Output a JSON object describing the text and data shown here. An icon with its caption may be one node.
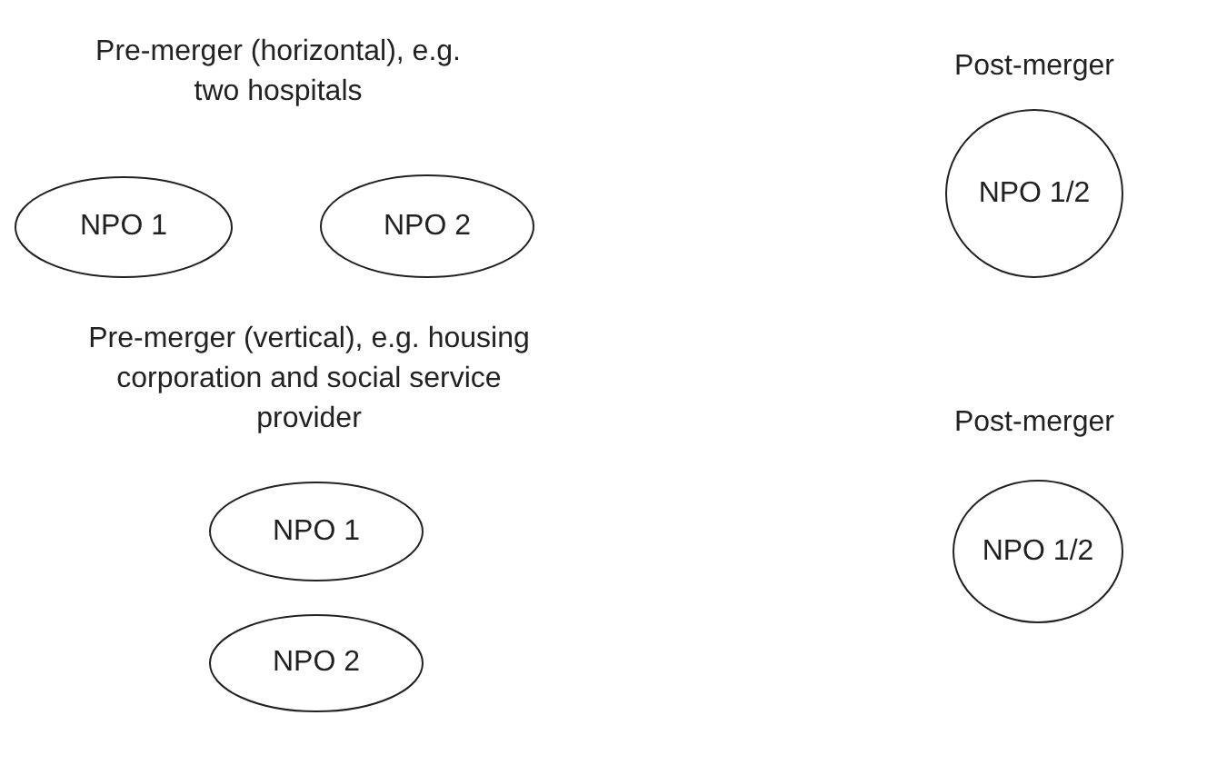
{
  "diagram": {
    "nodes": [
      {
        "text": [
          "NPO 1"
        ]
      },
      {
        "text": [
          "NPO 2"
        ]
      },
      {
        "text": [
          "NPO 1/2"
        ]
      },
      {
        "text": [
          "NPO 1"
        ]
      },
      {
        "text": [
          "NPO 2"
        ]
      },
      {
        "text": [
          "NPO 1/2"
        ]
      }
    ],
    "labels": [
      "Pre-merger (horizontal), e.g. two hospitals",
      "Post-merger",
      "Pre-merger (vertical), e.g. housing corporation and social service provider",
      "Post-merger"
    ]
  }
}
